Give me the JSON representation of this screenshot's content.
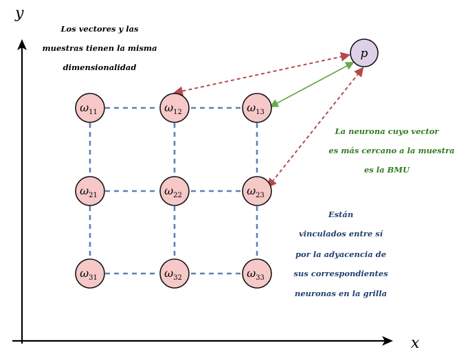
{
  "axes": {
    "x_label": "x",
    "y_label": "y"
  },
  "notes": {
    "top_left": [
      "Los vectores y las",
      "muestras tienen la misma",
      "dimensionalidad"
    ],
    "right_green": [
      "La neurona cuyo vector",
      "es más cercano a la muestra",
      "es la BMU"
    ],
    "right_blue": [
      "Están",
      "vinculados entre sí",
      "por la adyacencia de",
      "sus correspondientes",
      "neuronas en la grilla"
    ]
  },
  "nodes": [
    {
      "id": "w11",
      "symbol": "ω",
      "sub": "11"
    },
    {
      "id": "w12",
      "symbol": "ω",
      "sub": "12"
    },
    {
      "id": "w13",
      "symbol": "ω",
      "sub": "13"
    },
    {
      "id": "w21",
      "symbol": "ω",
      "sub": "21"
    },
    {
      "id": "w22",
      "symbol": "ω",
      "sub": "22"
    },
    {
      "id": "w23",
      "symbol": "ω",
      "sub": "23"
    },
    {
      "id": "w31",
      "symbol": "ω",
      "sub": "31"
    },
    {
      "id": "w32",
      "symbol": "ω",
      "sub": "32"
    },
    {
      "id": "w33",
      "symbol": "ω",
      "sub": "33"
    }
  ],
  "sample": {
    "label": "p"
  },
  "colors": {
    "node_fill": "#f6c8c8",
    "sample_fill": "#ddd0e8",
    "grid_line": "#5b7fb8",
    "dashed_arrow": "#b44a4a",
    "bmu_arrow": "#6aaa4a",
    "green_text": "#2f7a1f",
    "blue_text": "#1f3f6e"
  }
}
